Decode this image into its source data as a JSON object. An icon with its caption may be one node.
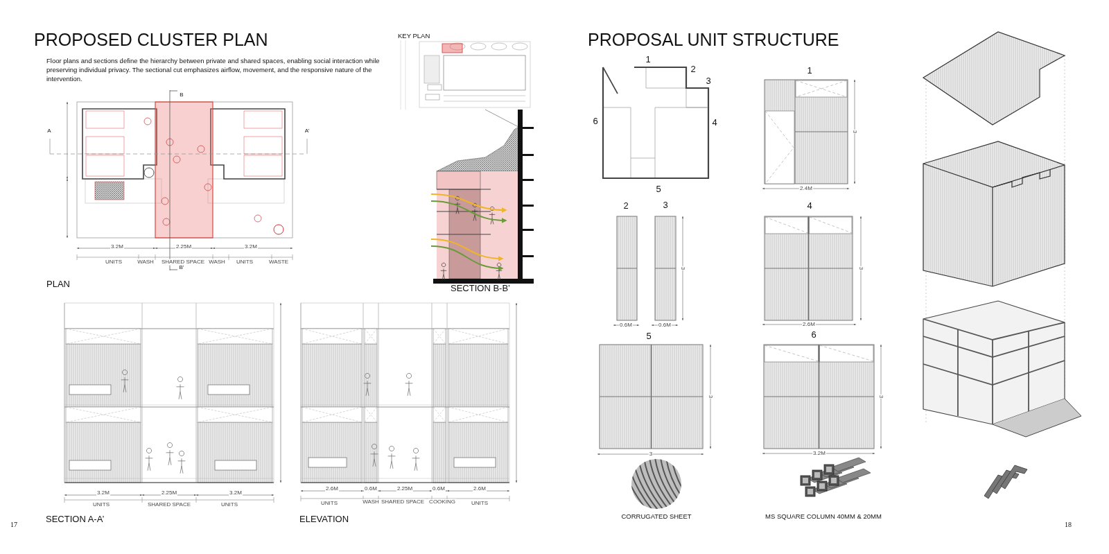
{
  "diagram": {
    "labels": [
      "PROPOSED CLUSTER PLAN",
      "Floor plans and sections define the hierarchy between private and shared spaces, enabling social interaction while preserving individual privacy. The sectional cut emphasizes airflow, movement, and the responsive nature of the intervention.",
      "KEY PLAN",
      "PROPOSAL UNIT STRUCTURE",
      "B",
      "A",
      "A’",
      "3.2M",
      "2.25M",
      "3.2M",
      "UNITS",
      "WASH",
      "SHARED SPACE",
      "WASH",
      "UNITS",
      "WASTE",
      "B’",
      "PLAN",
      "SECTION B-B’",
      "3.2M",
      "2.25M",
      "3.2M",
      "UNITS",
      "SHARED SPACE",
      "UNITS",
      "17",
      "SECTION A-A’",
      "2.6M",
      "0.6M",
      "2.25M",
      "0.6M",
      "2.6M",
      "UNITS",
      "WASH",
      "SHARED SPACE",
      "COOKING",
      "UNITS",
      "ELEVATION",
      "1",
      "2",
      "3",
      "6",
      "4",
      "5",
      "1",
      "3",
      "2.4M",
      "2",
      "3",
      "3",
      "0.6M",
      "0.6M",
      "4",
      "3",
      "2.6M",
      "5",
      "3",
      "3",
      "6",
      "3",
      "3.2M",
      "CORRUGATED SHEET",
      "MS SQUARE COLUMN 40MM & 20MM",
      "18"
    ]
  }
}
